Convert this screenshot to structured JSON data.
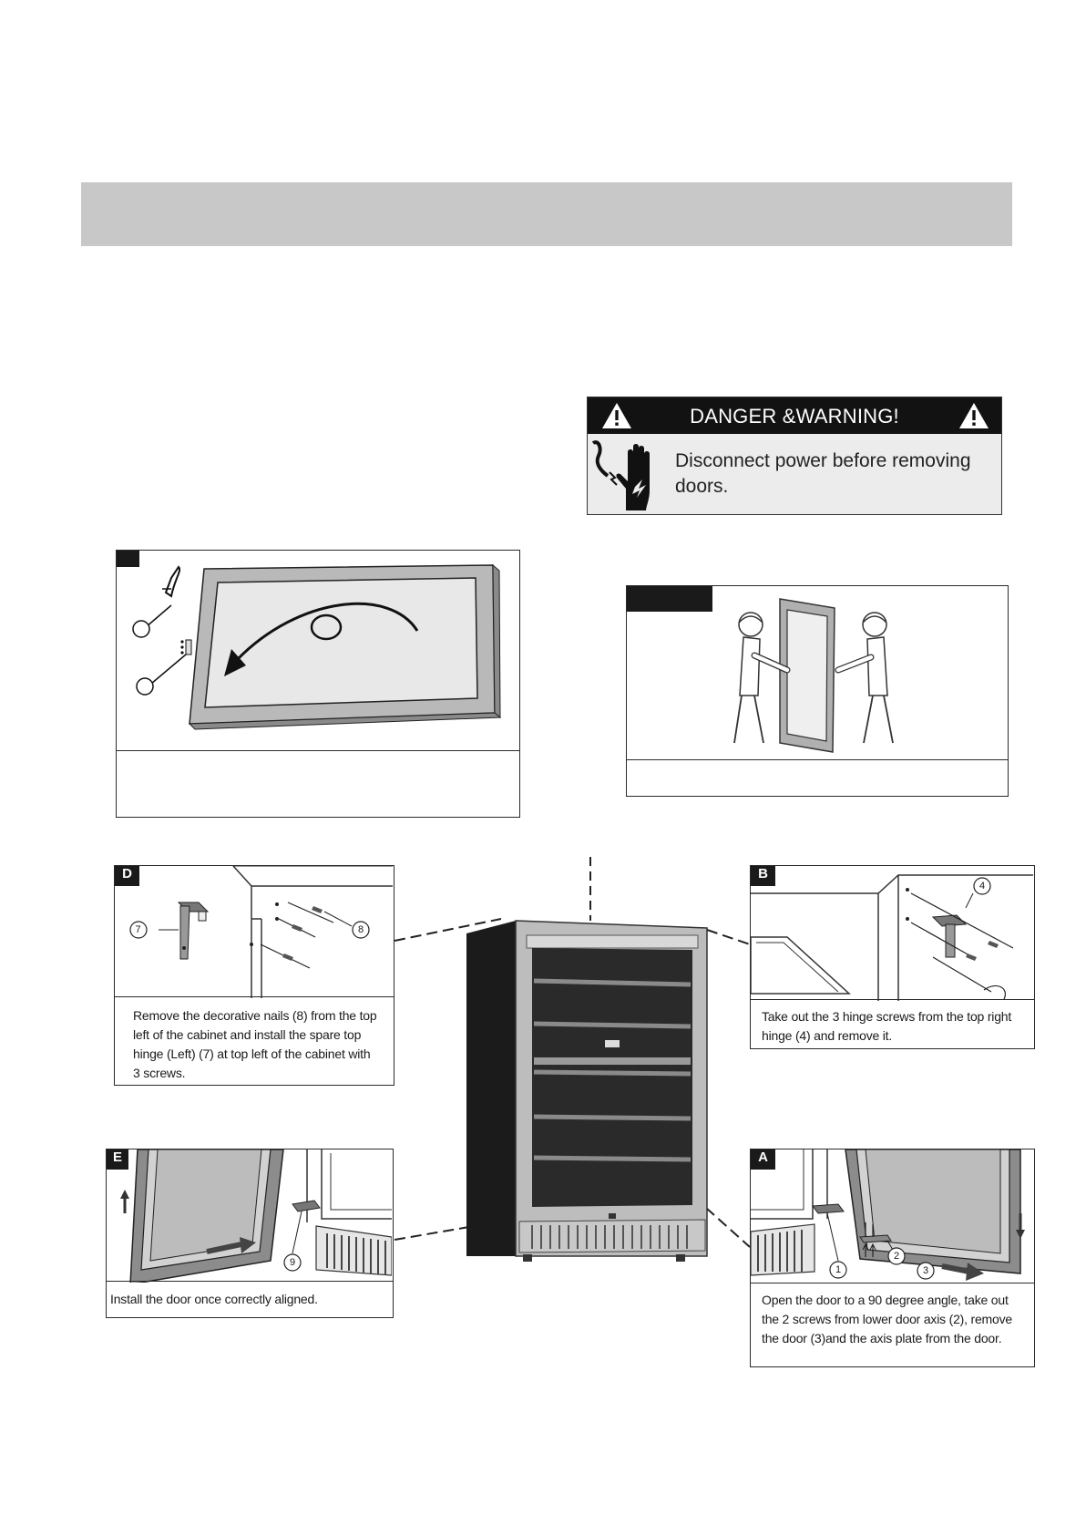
{
  "danger": {
    "title": "DANGER &WARNING!",
    "message": "Disconnect power before removing doors."
  },
  "steps": {
    "d": {
      "tag": "D",
      "caption": "Remove the decorative nails (8) from the top left of the cabinet and install the spare top hinge (Left) (7) at top left of the cabinet with 3 screws.",
      "callouts": [
        "7",
        "8"
      ]
    },
    "b": {
      "tag": "B",
      "caption": "Take out the 3 hinge screws from the top right hinge (4) and remove it.",
      "callouts": [
        "4"
      ]
    },
    "e": {
      "tag": "E",
      "caption": "Install the door once correctly aligned.",
      "callouts": [
        "9"
      ]
    },
    "a": {
      "tag": "A",
      "caption": "Open the door to a 90 degree angle, take out the 2 screws from lower door axis (2), remove the door (3)and the axis plate from the door.",
      "callouts": [
        "1",
        "2",
        "3"
      ]
    }
  }
}
